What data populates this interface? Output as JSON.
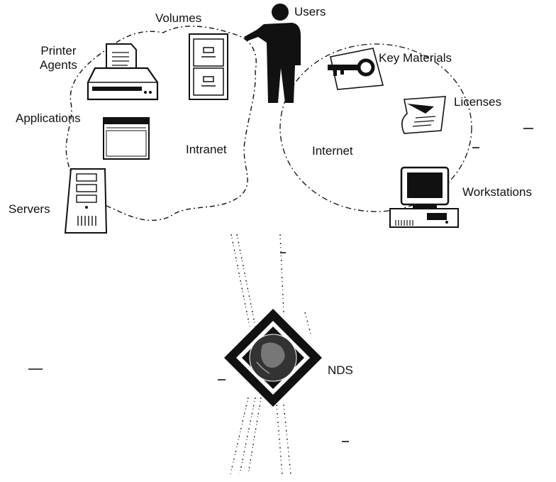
{
  "diagram": {
    "labels": {
      "volumes": "Volumes",
      "users": "Users",
      "printer_agents": "Printer\nAgents",
      "key_materials": "Key Materials",
      "licenses": "Licenses",
      "applications": "Applications",
      "intranet": "Intranet",
      "internet": "Internet",
      "servers": "Servers",
      "workstations": "Workstations",
      "nds": "NDS"
    },
    "icons": {
      "volumes": "file-cabinet-icon",
      "users": "user-silhouette-icon",
      "printer_agents": "printer-icon",
      "key_materials": "key-icon",
      "licenses": "license-scroll-icon",
      "applications": "application-window-icon",
      "servers": "server-tower-icon",
      "workstations": "workstation-icon",
      "nds": "nds-globe-icon"
    },
    "colors": {
      "ink": "#111111",
      "background": "#ffffff"
    }
  }
}
